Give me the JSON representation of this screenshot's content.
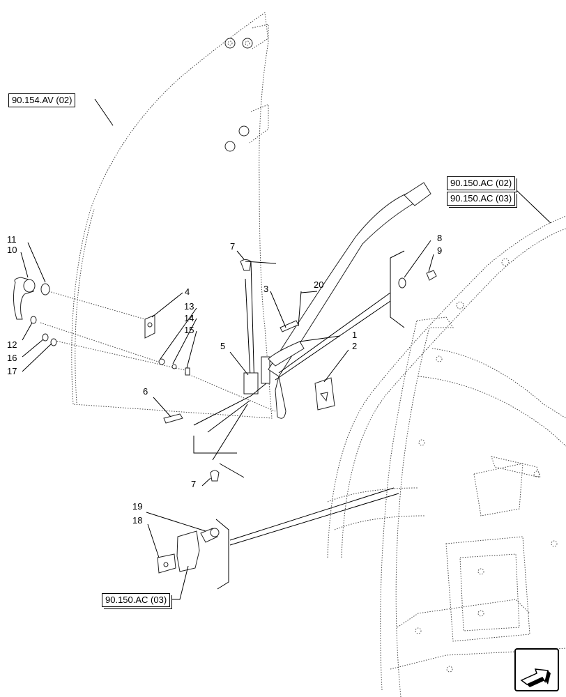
{
  "references": {
    "door_glass": "90.154.AV (02)",
    "cab_frame_a": "90.150.AC (02)",
    "cab_frame_b": "90.150.AC (03)",
    "bracket_ref": "90.150.AC (03)"
  },
  "callouts": {
    "c1": "1",
    "c2": "2",
    "c3": "3",
    "c4": "4",
    "c5": "5",
    "c6": "6",
    "c7a": "7",
    "c7b": "7",
    "c8": "8",
    "c9": "9",
    "c10": "10",
    "c11": "11",
    "c12": "12",
    "c13": "13",
    "c14": "14",
    "c15": "15",
    "c16": "16",
    "c17": "17",
    "c18": "18",
    "c19": "19",
    "c20": "20"
  },
  "nav": {
    "icon": "arrow-next-icon"
  }
}
